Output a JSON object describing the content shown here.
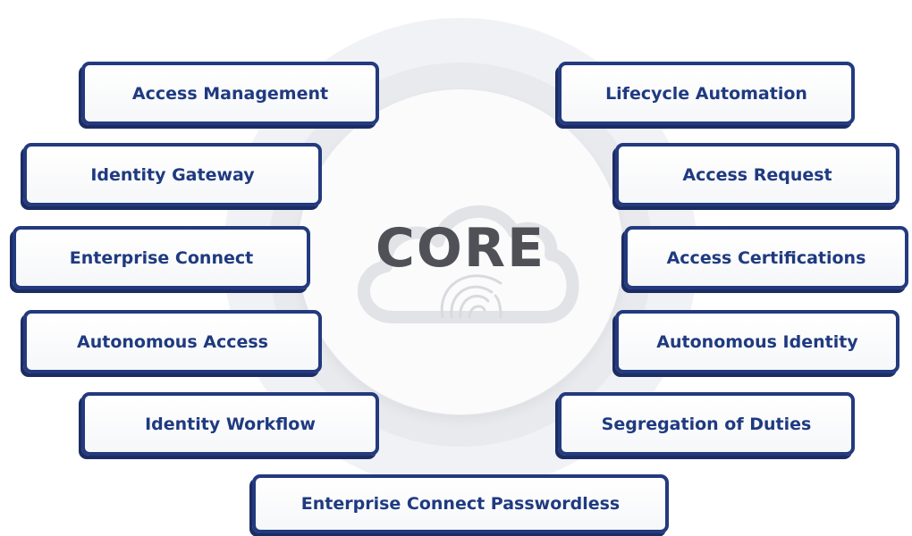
{
  "center": {
    "label": "CORE"
  },
  "capabilities_left": [
    "Access Management",
    "Identity Gateway",
    "Enterprise Connect",
    "Autonomous Access",
    "Identity Workflow"
  ],
  "capabilities_right": [
    "Lifecycle Automation",
    "Access Request",
    "Access Certifications",
    "Autonomous Identity",
    "Segregation of Duties"
  ],
  "capabilities_bottom": "Enterprise Connect Passwordless",
  "colors": {
    "pill_border": "#233a7e",
    "pill_text": "#1f3a80",
    "core_text": "#4f5157",
    "ring": "#e9eaee"
  }
}
